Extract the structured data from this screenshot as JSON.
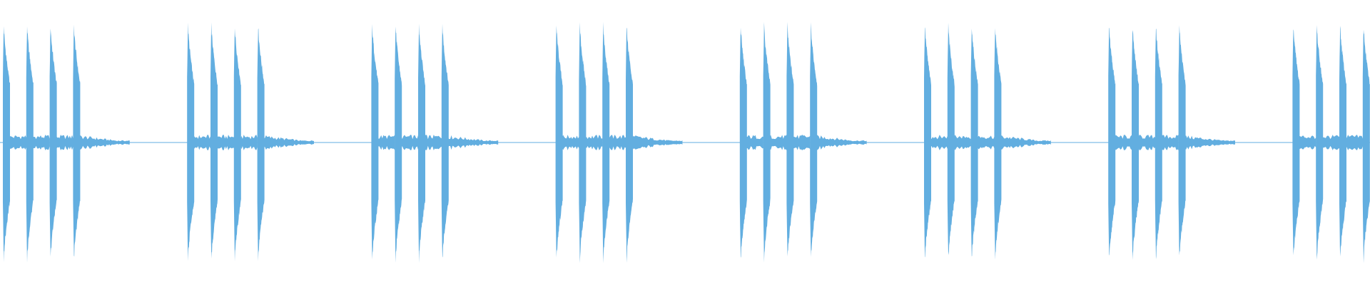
{
  "waveform": {
    "color": "#62aee0",
    "background": "#ffffff",
    "pattern": {
      "repeat_count": 8,
      "pulses_per_group": 4,
      "pulse_peak_amplitude": 0.86,
      "pulse_tail_amplitude": 0.42,
      "ring_amplitude": 0.04
    }
  }
}
